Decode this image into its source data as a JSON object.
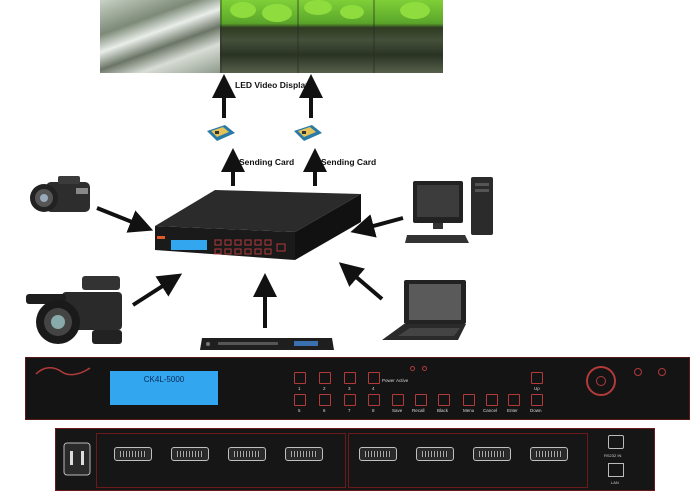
{
  "display": {
    "label": "LED Video Display"
  },
  "sending_cards": [
    {
      "label": "Sending Card"
    },
    {
      "label": "Sending Card"
    }
  ],
  "front_panel": {
    "model": "CK4L-5000",
    "power_label": "Power",
    "active_label": "Active",
    "number_keys": [
      "1",
      "2",
      "3",
      "4",
      "5",
      "6",
      "7",
      "8"
    ],
    "function_keys": [
      "Save",
      "Recall",
      "Black",
      "Menu",
      "Cancel",
      "Enter",
      "Down"
    ],
    "up_label": "Up"
  },
  "rear_panel": {
    "rs232_label": "RS232 IN",
    "lan_label": "LAN"
  },
  "colors": {
    "arrow": "#111111",
    "lcd": "#33a6f0",
    "panel": "#141414",
    "button_border": "#b23a3a"
  }
}
